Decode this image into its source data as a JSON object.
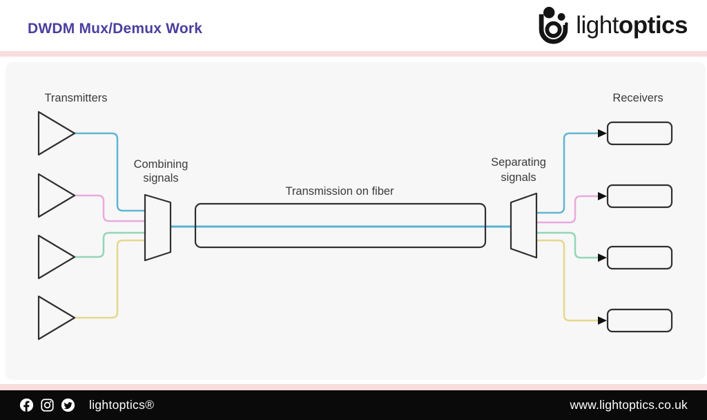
{
  "header": {
    "title": "DWDM Mux/Demux Work",
    "logo": {
      "word_light": "light",
      "word_bold": "optics",
      "mark": "lightoptics-b-dots-icon"
    }
  },
  "diagram": {
    "labels": {
      "transmitters": "Transmitters",
      "receivers": "Receivers",
      "combining_line1": "Combining",
      "combining_line2": "signals",
      "separating_line1": "Separating",
      "separating_line2": "signals",
      "fiber": "Transmission on fiber"
    },
    "transmitter_count": 4,
    "receiver_count": 4,
    "channels": [
      {
        "name": "channel-1",
        "color": "#62b4d4"
      },
      {
        "name": "channel-2",
        "color": "#eaaade"
      },
      {
        "name": "channel-3",
        "color": "#93d6b5"
      },
      {
        "name": "channel-4",
        "color": "#e6d88c"
      }
    ],
    "fiber_line_color": "#58b0d2",
    "outline_color": "#2f2f2f"
  },
  "footer": {
    "brand": "lightoptics®",
    "website": "www.lightoptics.co.uk",
    "icons": [
      "facebook-icon",
      "instagram-icon",
      "twitter-icon"
    ]
  },
  "colors": {
    "title_purple": "#4b3e9e",
    "divider_pink": "#f9dcdc",
    "panel_gray": "#f7f7f7",
    "footer_black": "#0a0a0a"
  }
}
